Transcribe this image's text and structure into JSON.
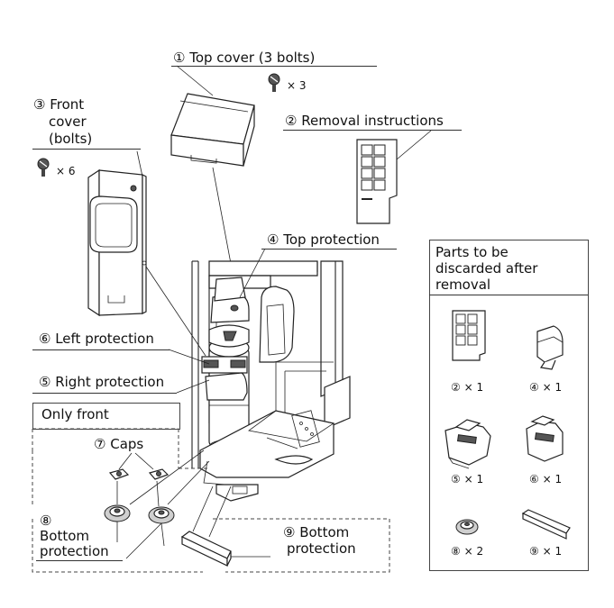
{
  "labels": {
    "top_cover": "① Top cover (3 bolts)",
    "top_cover_qty": "× 3",
    "removal_instructions": "② Removal instructions",
    "front_cover_1": "③ Front",
    "front_cover_2": "cover",
    "front_cover_3": "(bolts)",
    "front_cover_qty": "× 6",
    "top_protection": "④ Top protection",
    "left_protection": "⑥ Left protection",
    "right_protection": "⑤ Right protection",
    "only_front": "Only front",
    "caps": "⑦ Caps",
    "bottom_protection_left_num": "⑧",
    "bottom_protection_left_1": "Bottom",
    "bottom_protection_left_2": "protection",
    "bottom_protection_right_1": "⑨ Bottom",
    "bottom_protection_right_2": "protection"
  },
  "discard_panel": {
    "title_1": "Parts to be",
    "title_2": "discarded after",
    "title_3": "removal",
    "items": [
      {
        "label": "② × 1"
      },
      {
        "label": "④ × 1"
      },
      {
        "label": "⑤ × 1"
      },
      {
        "label": "⑥ × 1"
      },
      {
        "label": "⑧ × 2"
      },
      {
        "label": "⑨ × 1"
      }
    ]
  }
}
